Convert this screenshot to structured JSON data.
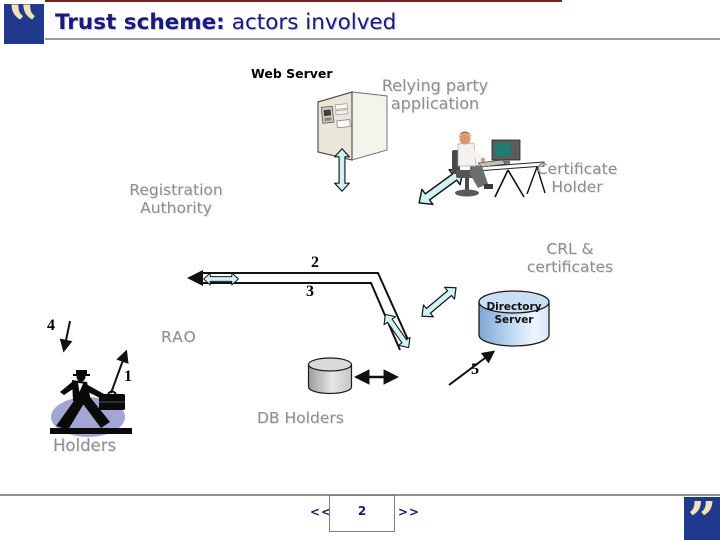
{
  "header": {
    "title_bold": "Trust scheme:",
    "title_regular": "actors involved"
  },
  "icons": {
    "top_left_quote": "‟",
    "bottom_right_quote": "”"
  },
  "labels": {
    "web_server": "Web Server",
    "relying_party_1": "Relying party",
    "relying_party_2": "application",
    "certificate_holder_1": "Certificate",
    "certificate_holder_2": "Holder",
    "registration_authority_1": "Registration",
    "registration_authority_2": "Authority",
    "crl_1": "CRL &",
    "crl_2": "certificates",
    "directory_server_1": "Directory",
    "directory_server_2": "Server",
    "rao": "RAO",
    "db_holders": "DB Holders",
    "holders": "Holders"
  },
  "steps": {
    "n1": "1",
    "n2": "2",
    "n3": "3",
    "n4": "4",
    "n5": "5"
  },
  "footer": {
    "prev_label": "<<",
    "page_number": "2",
    "next_label": ">>"
  },
  "colors": {
    "accent_navy": "#21398c",
    "title_navy": "#1a1a7e",
    "arrow_cyan": "#cff2f5",
    "label_gray": "#8e8e8e",
    "top_line_maroon": "#7e1f1f",
    "directory_cylinder_blue": "#a9c8ea",
    "holders_ellipse_lavender": "#a3a6d4"
  }
}
